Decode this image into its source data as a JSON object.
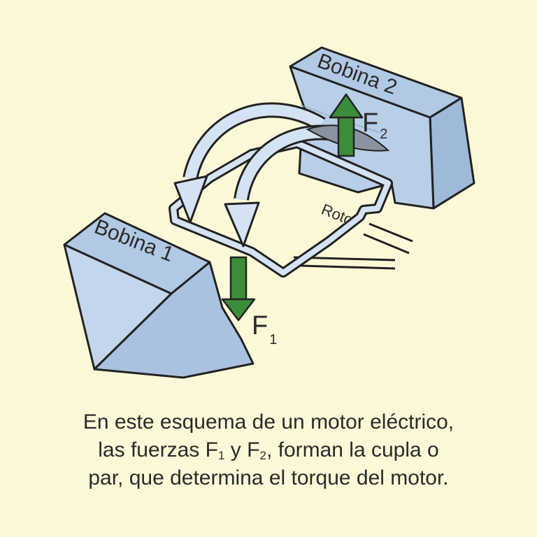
{
  "diagram": {
    "coil1_label": "Bobina 1",
    "coil2_label": "Bobina 2",
    "rotor_label": "Rotor",
    "force1": {
      "letter": "F",
      "index": "1"
    },
    "force2": {
      "letter": "F",
      "index": "2"
    }
  },
  "caption": {
    "line1": "En este esquema de un motor eléctrico,",
    "line2_a": "las fuerzas F",
    "line2_sub1": "1",
    "line2_b": " y F",
    "line2_sub2": "2",
    "line2_c": ", forman la cupla o",
    "line3": "par, que determina el torque del motor."
  },
  "colors": {
    "background": "#fdf9d8",
    "coil_fill": "#b9cfe8",
    "coil_dark": "#9fb9d9",
    "force_arrow": "#3c8d3a",
    "field_arrow": "#d4e3f3"
  }
}
